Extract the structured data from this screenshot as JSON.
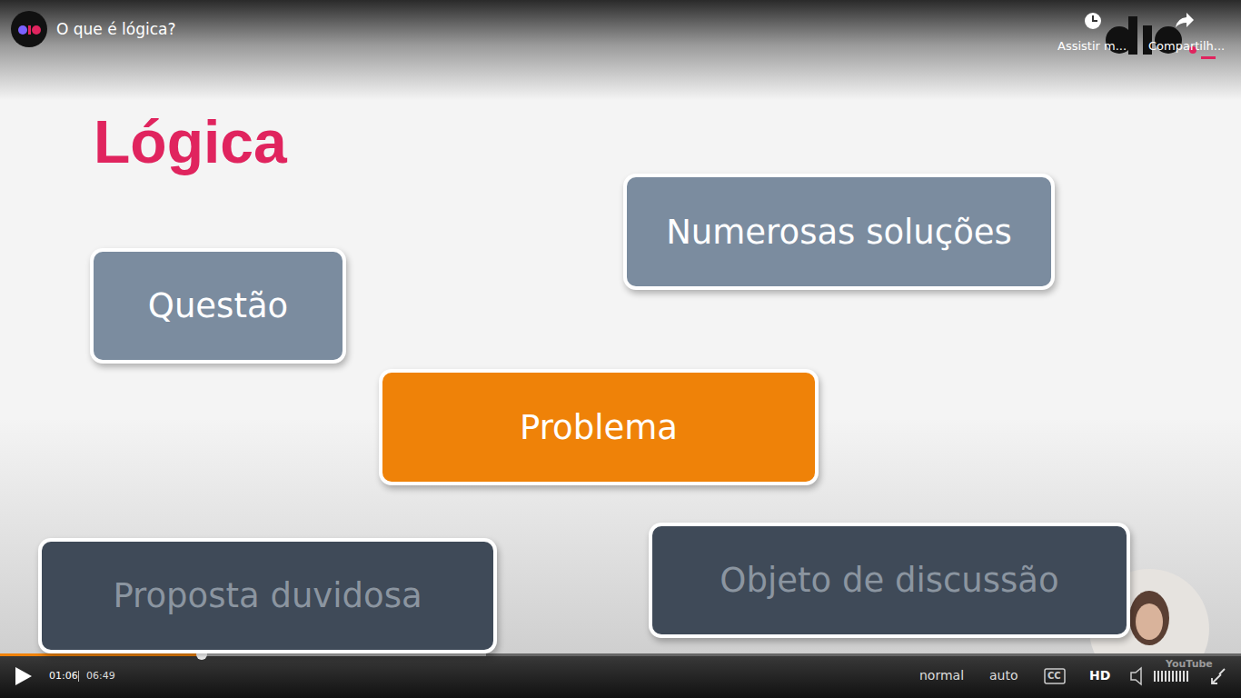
{
  "diagram": {
    "title": "Lógica",
    "nodes": [
      {
        "text": [
          "Numerosas soluções"
        ]
      },
      {
        "text": [
          "Questão"
        ]
      },
      {
        "text": [
          "Problema"
        ]
      },
      {
        "text": [
          "Proposta duvidosa"
        ]
      },
      {
        "text": [
          "Objeto de discussão"
        ]
      }
    ],
    "labels": [
      "O que é lógica?",
      "Assistir m...",
      "Compartilh...",
      "01:06",
      "06:49",
      "normal",
      "auto",
      "CC",
      "HD",
      "YouTube"
    ]
  }
}
